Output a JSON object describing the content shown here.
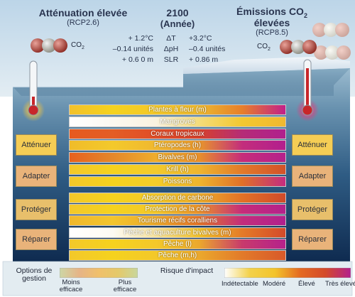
{
  "header": {
    "left_title": "Atténuation élevée",
    "left_sub": "(RCP2.6)",
    "center_title": "2100",
    "center_sub": "(Année)",
    "right_title_pre": "Émissions CO",
    "right_title_sub": "2",
    "right_title_line2": "élevées",
    "right_sub": "(RCP8.5)"
  },
  "co2_label_pre": "CO",
  "co2_label_sub": "2",
  "comparison": [
    {
      "left": "+ 1.2°C",
      "mid": "ΔT",
      "right": "+3.2°C"
    },
    {
      "left": "–0.14 unités",
      "mid": "ΔpH",
      "right": "–0.4 unités"
    },
    {
      "left": "+ 0.6 0 m",
      "mid": "SLR",
      "right": "+ 0.86 m"
    }
  ],
  "bars_group1": [
    {
      "label": "Plantes à fleur (m)",
      "stops": [
        "#f2c12a",
        "#f5d21e",
        "#f3c82a",
        "#ebb82f",
        "#e77f2a",
        "#c2208a"
      ]
    },
    {
      "label": "Mangroves",
      "stops": [
        "#ffffff",
        "#fcf8f0",
        "#f9f2e0",
        "#f4dc7a",
        "#f3c830",
        "#f0b830"
      ]
    },
    {
      "label": "Coraux tropicaux",
      "stops": [
        "#e65a1f",
        "#e35d25",
        "#e04d28",
        "#d6412c",
        "#b52c77",
        "#b0208e"
      ]
    },
    {
      "label": "Ptéropodes (h)",
      "stops": [
        "#f0bc2a",
        "#f3c92b",
        "#f0b830",
        "#e8962c",
        "#c32d7c",
        "#b21f8e"
      ]
    },
    {
      "label": "Bivalves (m)",
      "stops": [
        "#e6611f",
        "#e4872a",
        "#eead2d",
        "#e88f2b",
        "#c62c7a",
        "#b5218c"
      ]
    },
    {
      "label": "Krill (h)",
      "stops": [
        "#f3c82a",
        "#f5d21e",
        "#f3ca2c",
        "#eeb52e",
        "#e27a2a",
        "#d2522a"
      ]
    },
    {
      "label": "Poissons",
      "stops": [
        "#f3c82a",
        "#f5d21e",
        "#f4cd2a",
        "#eeb52e",
        "#e07028",
        "#c42c80"
      ]
    }
  ],
  "bars_group2": [
    {
      "label": "Absorption de carbone",
      "stops": [
        "#f3c82a",
        "#f5d21e",
        "#f3c82a",
        "#ebac2d",
        "#e27126",
        "#d04b2a"
      ]
    },
    {
      "label": "Protection de la côte",
      "stops": [
        "#f3c82a",
        "#f5d21e",
        "#f3c82a",
        "#e9922b",
        "#c62c7a",
        "#b5218c"
      ]
    },
    {
      "label": "Tourisme récifs coralliens",
      "stops": [
        "#f0b82c",
        "#f3c52c",
        "#eba92d",
        "#e4762a",
        "#c32d7c",
        "#b2208e"
      ]
    },
    {
      "label": "Pêche et aquaculture bivalves (m)",
      "stops": [
        "#ffffff",
        "#fdfaf2",
        "#f8e4a0",
        "#f2c22c",
        "#e47a28",
        "#d44a2a"
      ]
    },
    {
      "label": "Pêche (l)",
      "stops": [
        "#f3c82a",
        "#f5d21e",
        "#f3c82a",
        "#eba82d",
        "#c83a6c",
        "#b5218c"
      ]
    },
    {
      "label": "Pêche (m,h)",
      "stops": [
        "#f3c82a",
        "#f5d21e",
        "#f3c82a",
        "#eba82d",
        "#e27a2a",
        "#d8592a"
      ]
    }
  ],
  "options": {
    "left": [
      {
        "label": "Atténuer",
        "color": "#f5cd55"
      },
      {
        "label": "Adapter",
        "color": "#e9b37a"
      },
      {
        "label": "Protéger",
        "color": "#e8bf6b"
      },
      {
        "label": "Réparer",
        "color": "#e9b37a"
      }
    ],
    "right": [
      {
        "label": "Atténuer",
        "color": "#f5cd55"
      },
      {
        "label": "Adapter",
        "color": "#e9b37a"
      },
      {
        "label": "Protéger",
        "color": "#e8bf6b"
      },
      {
        "label": "Réparer",
        "color": "#e9b37a"
      }
    ]
  },
  "legend": {
    "options_title_1": "Options de",
    "options_title_2": "gestion",
    "less_effective_1": "Moins",
    "less_effective_2": "efficace",
    "more_effective_1": "Plus",
    "more_effective_2": "efficace",
    "options_colors": [
      "#cdd7a6",
      "#e6b487",
      "#f0c06b",
      "#e4c96a",
      "#c9d79c"
    ],
    "risk_title": "Risque d'impact",
    "risk_levels": [
      "Indétectable",
      "Modéré",
      "Élevé",
      "Très élevé"
    ],
    "risk_colors": [
      "#ffffff",
      "#f3d14a",
      "#f3c42a",
      "#e46a22",
      "#d44a2a",
      "#b3208e"
    ]
  },
  "colors": {
    "sky_top": "#c6dcec",
    "sky_bottom": "#e6eef4",
    "sea_top": "#8fb2c8",
    "sea_mid": "#2f5f85",
    "sea_bottom": "#0e2c52"
  }
}
